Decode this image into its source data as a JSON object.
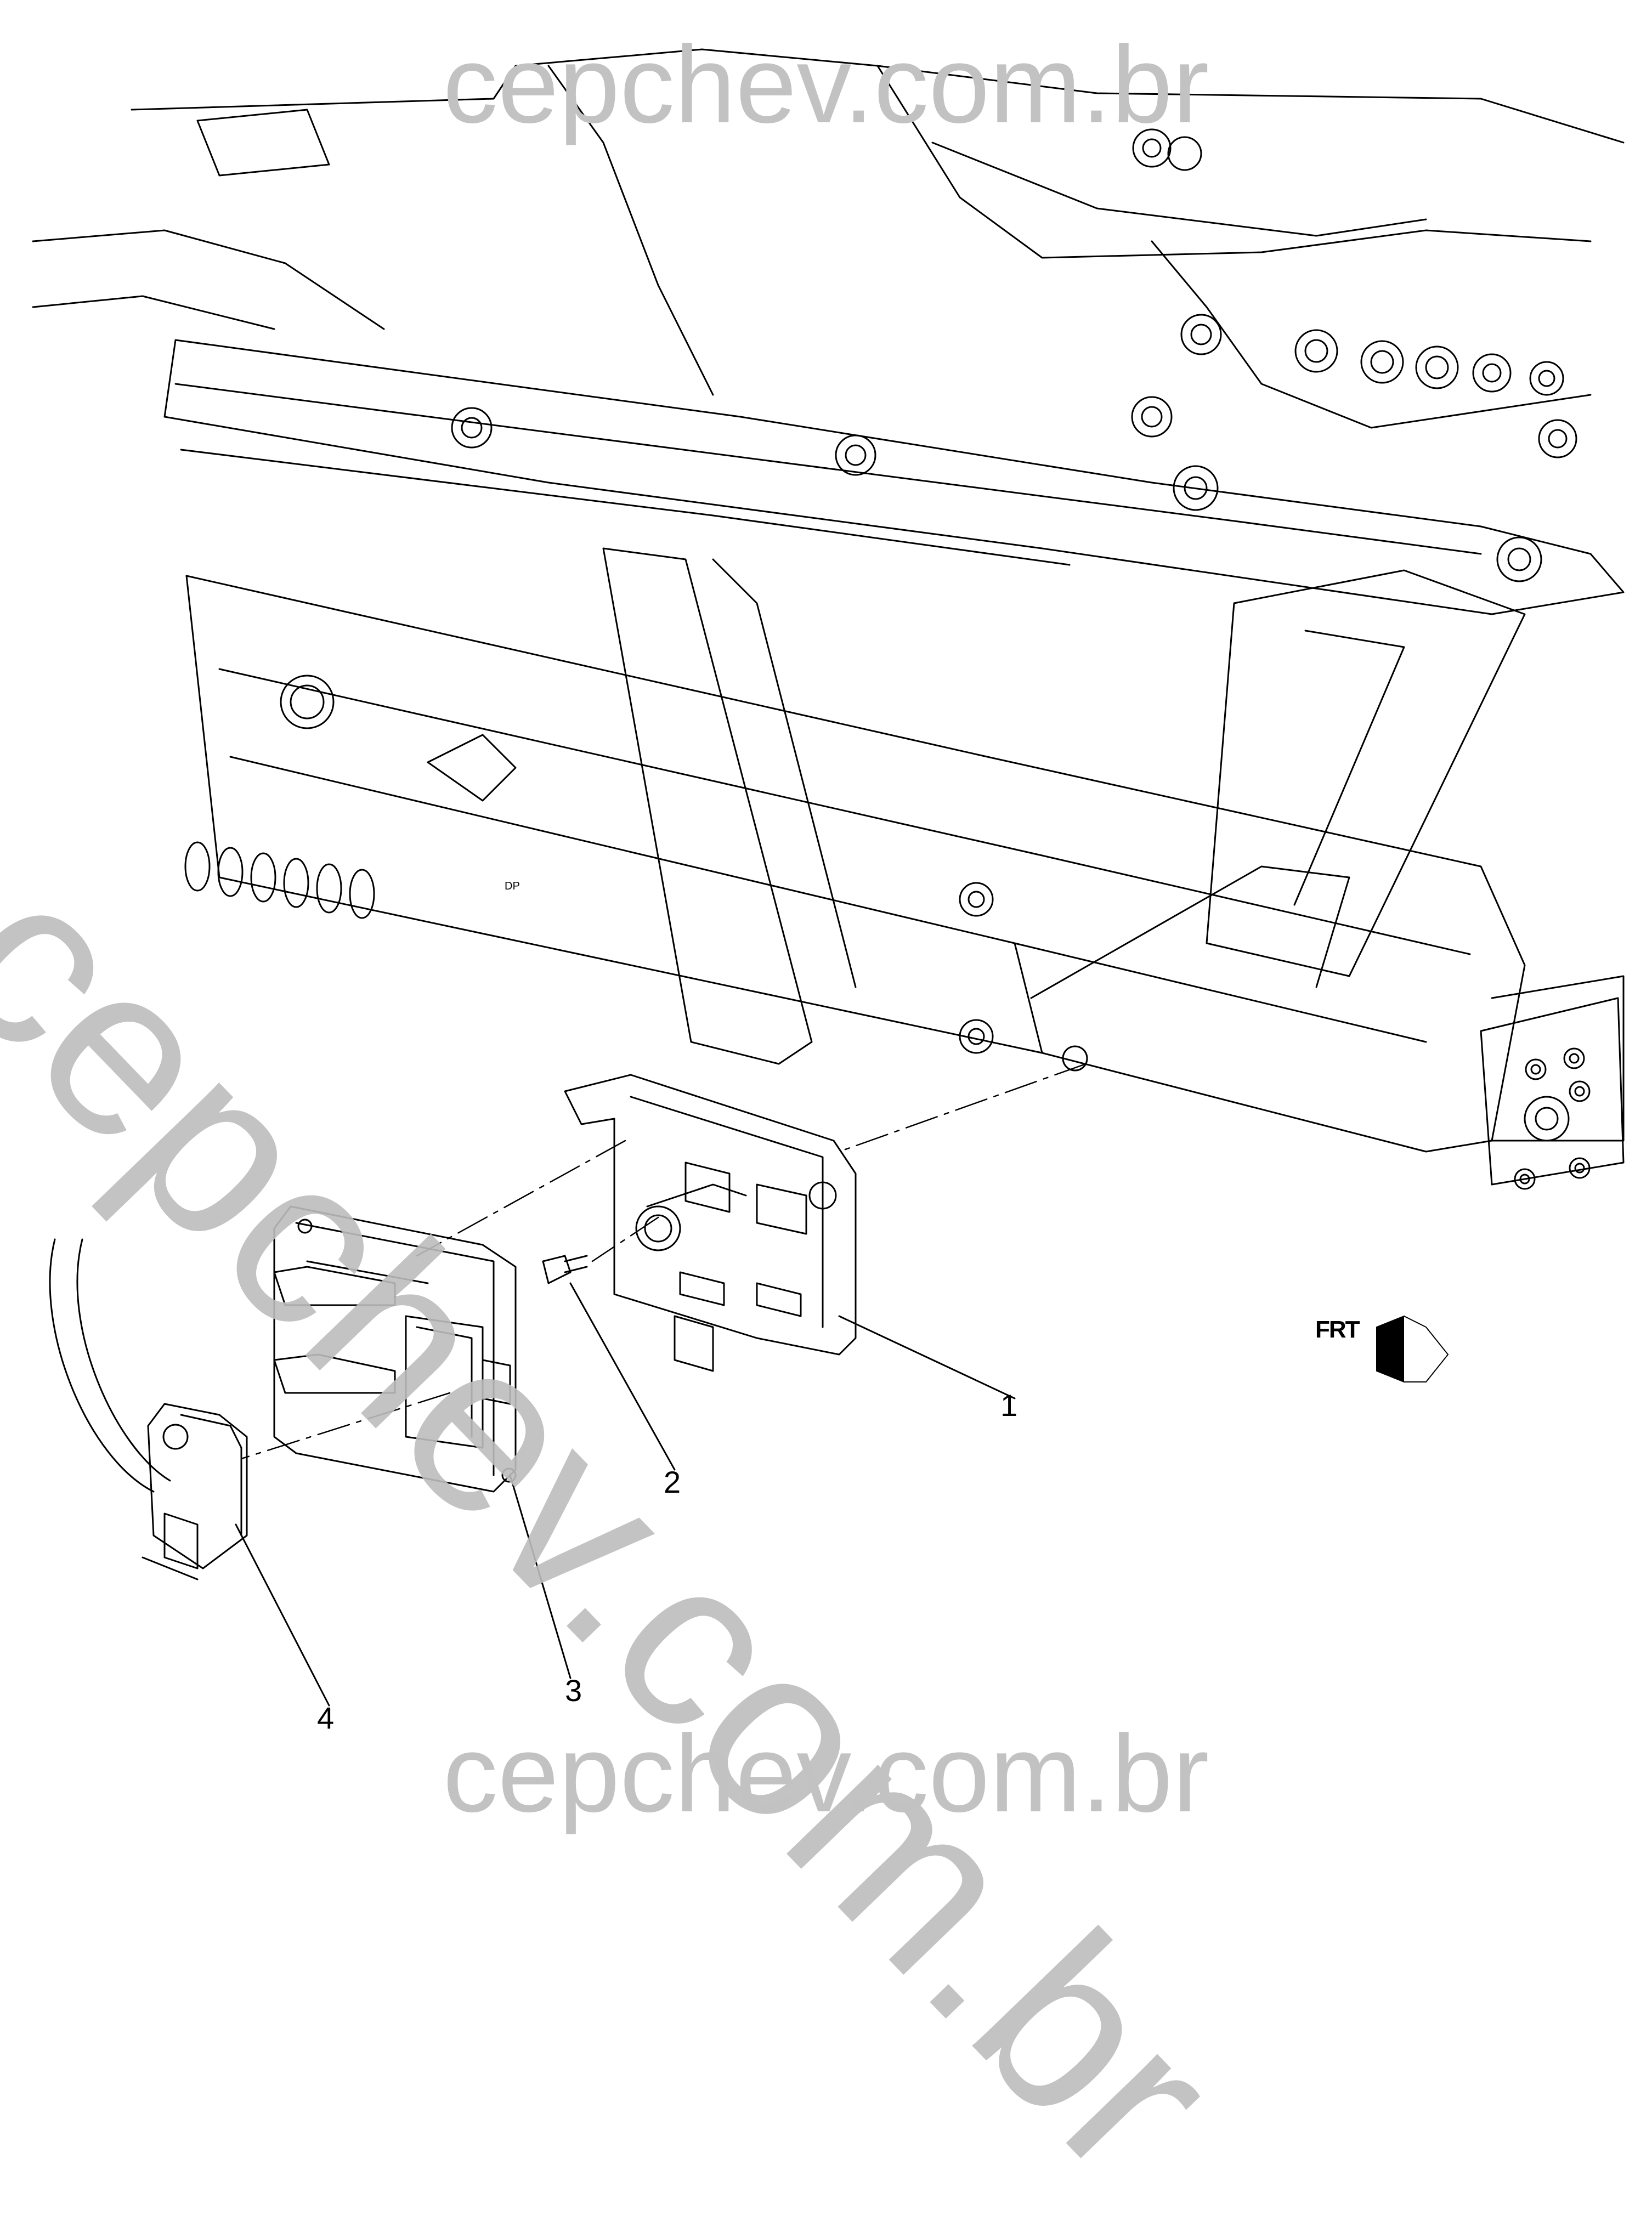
{
  "watermark": {
    "top": "cepchev.com.br",
    "bottom": "cepchev.com.br",
    "diagonal": "cepchev.com.br"
  },
  "callouts": [
    {
      "id": "1",
      "label": "1"
    },
    {
      "id": "2",
      "label": "2"
    },
    {
      "id": "3",
      "label": "3"
    },
    {
      "id": "4",
      "label": "4"
    }
  ],
  "markings": {
    "dp": "DP"
  },
  "direction": {
    "label": "FRT",
    "icon": "front-arrow-icon"
  },
  "colors": {
    "line": "#000000",
    "watermark": "#c2c2c2",
    "background": "#ffffff"
  }
}
